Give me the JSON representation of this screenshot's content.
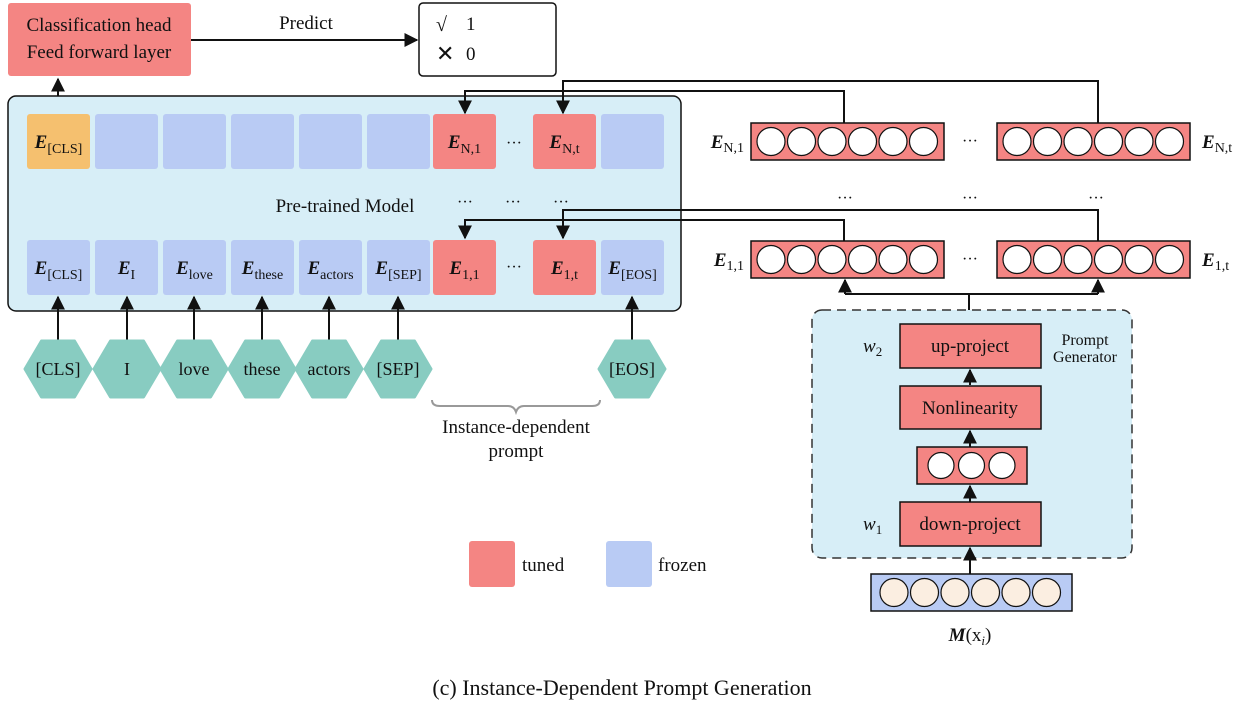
{
  "colors": {
    "tuned": "#f48583",
    "frozen": "#b9cbf4",
    "cls_output": "#f5c06f",
    "model_bg": "#d7eef7",
    "token": "#88ccc1",
    "input_circle": "#fbeee1"
  },
  "head": {
    "line1": "Classification head",
    "line2": "Feed forward layer"
  },
  "predict_label": "Predict",
  "output_box": {
    "yes_symbol": "√",
    "yes_value": "1",
    "no_symbol": "✕",
    "no_value": "0"
  },
  "model": {
    "label": "Pre-trained Model",
    "top_row": [
      {
        "base": "E",
        "sub": "[CLS]",
        "kind": "cls"
      },
      {
        "base": "",
        "sub": "",
        "kind": "frozen"
      },
      {
        "base": "",
        "sub": "",
        "kind": "frozen"
      },
      {
        "base": "",
        "sub": "",
        "kind": "frozen"
      },
      {
        "base": "",
        "sub": "",
        "kind": "frozen"
      },
      {
        "base": "",
        "sub": "",
        "kind": "frozen"
      },
      {
        "base": "E",
        "sub": "N,1",
        "kind": "tuned"
      },
      {
        "base": "E",
        "sub": "N,t",
        "kind": "tuned"
      },
      {
        "base": "",
        "sub": "",
        "kind": "frozen"
      }
    ],
    "bottom_row": [
      {
        "base": "E",
        "sub": "[CLS]",
        "kind": "frozen"
      },
      {
        "base": "E",
        "sub": "I",
        "kind": "frozen"
      },
      {
        "base": "E",
        "sub": "love",
        "kind": "frozen"
      },
      {
        "base": "E",
        "sub": "these",
        "kind": "frozen"
      },
      {
        "base": "E",
        "sub": "actors",
        "kind": "frozen"
      },
      {
        "base": "E",
        "sub": "[SEP]",
        "kind": "frozen"
      },
      {
        "base": "E",
        "sub": "1,1",
        "kind": "tuned"
      },
      {
        "base": "E",
        "sub": "1,t",
        "kind": "tuned"
      },
      {
        "base": "E",
        "sub": "[EOS]",
        "kind": "frozen"
      }
    ],
    "ellipsis": "···"
  },
  "tokens": [
    "[CLS]",
    "I",
    "love",
    "these",
    "actors",
    "[SEP]",
    "[EOS]"
  ],
  "prompt_brace_label": {
    "line1": "Instance-dependent",
    "line2": "prompt"
  },
  "vectors": {
    "top_left": {
      "base": "E",
      "sub": "N,1"
    },
    "top_right": {
      "base": "E",
      "sub": "N,t"
    },
    "bottom_left": {
      "base": "E",
      "sub": "1,1"
    },
    "bottom_right": {
      "base": "E",
      "sub": "1,t"
    },
    "circles_per_vector": 6
  },
  "generator": {
    "title_line1": "Prompt",
    "title_line2": "Generator",
    "up_project": "up-project",
    "nonlinearity": "Nonlinearity",
    "down_project": "down-project",
    "w2_base": "w",
    "w2_sub": "2",
    "w1_base": "w",
    "w1_sub": "1",
    "hidden_circles": 3,
    "input_circles": 6,
    "input_label_base": "M",
    "input_label_arg": "(x",
    "input_label_sub": "i",
    "input_label_close": ")"
  },
  "legend": [
    {
      "label": "tuned",
      "key": "tuned"
    },
    {
      "label": "frozen",
      "key": "frozen"
    }
  ],
  "caption": "(c) Instance-Dependent Prompt Generation"
}
